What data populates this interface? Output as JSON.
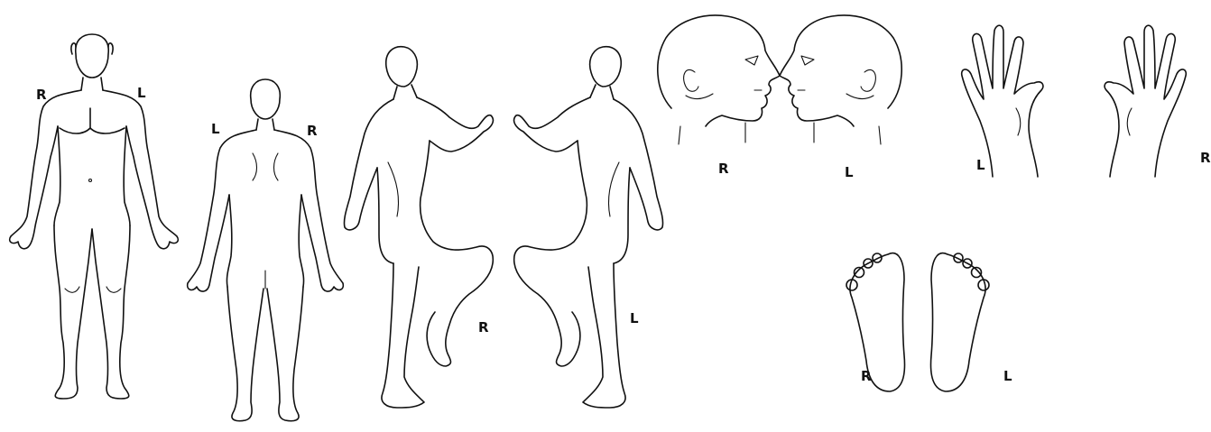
{
  "labels": {
    "front_right": "R",
    "front_left": "L",
    "back_left": "L",
    "back_right": "R",
    "side_right": "R",
    "side_left": "L",
    "head_right": "R",
    "head_left": "L",
    "hand_left": "L",
    "hand_right": "R",
    "foot_right": "R",
    "foot_left": "L"
  },
  "colors": {
    "ink": "#111111",
    "paper": "#ffffff"
  }
}
